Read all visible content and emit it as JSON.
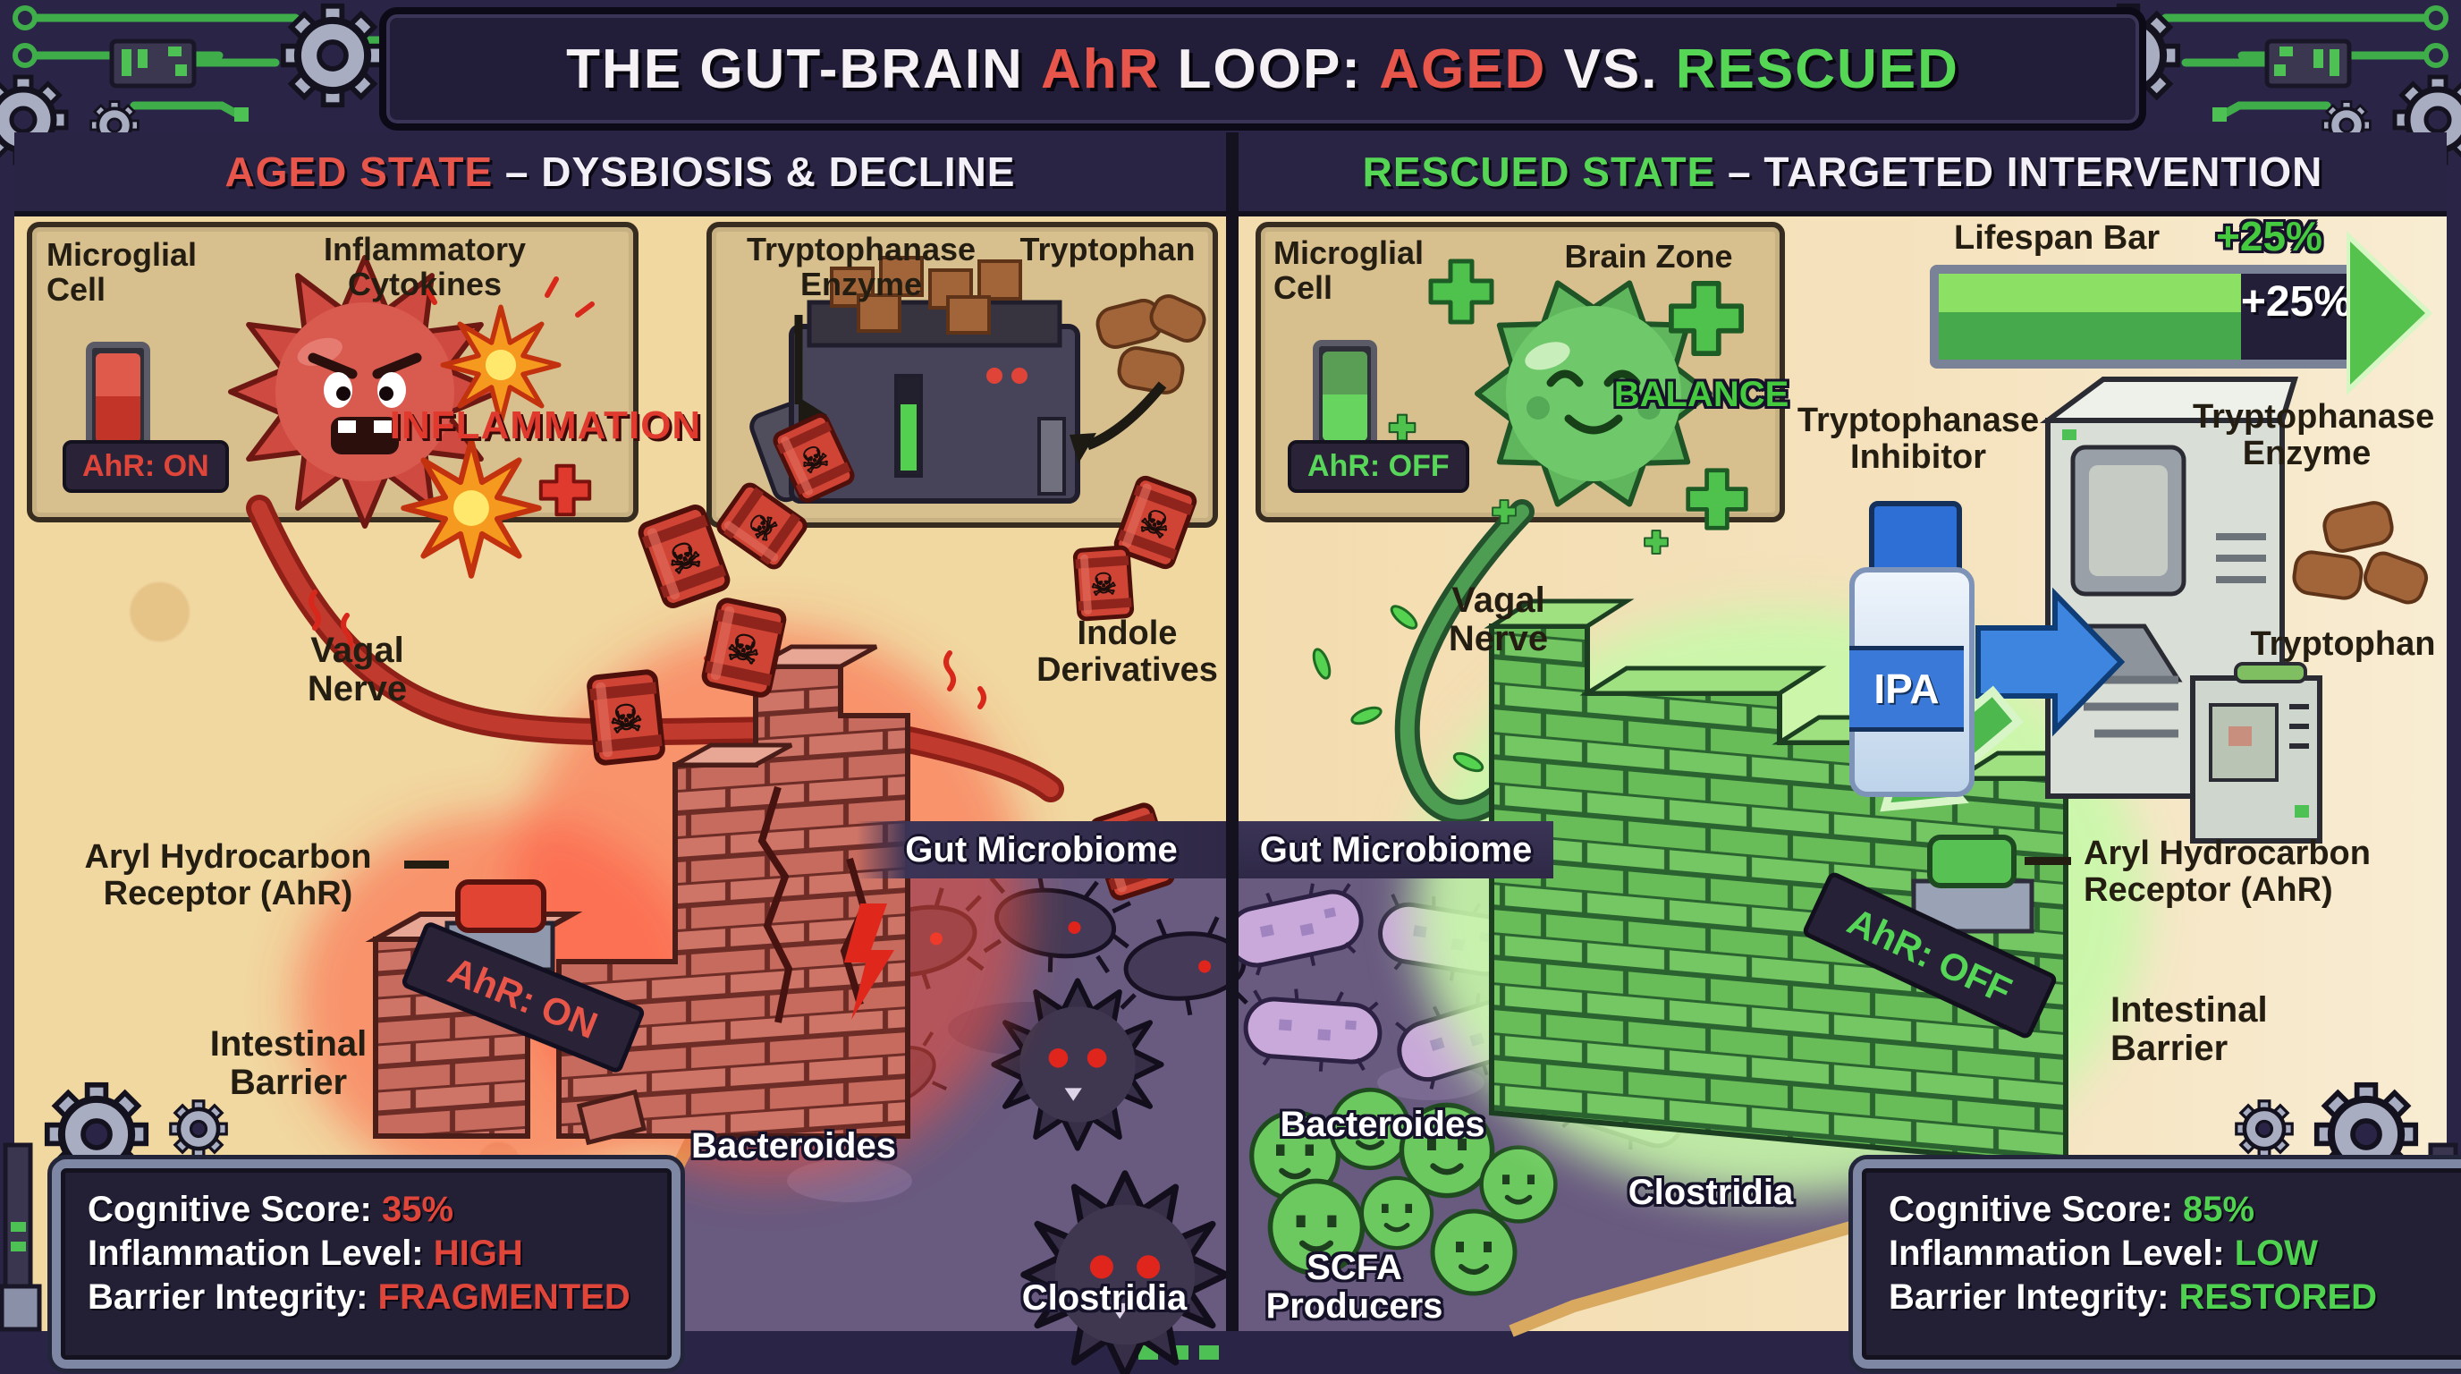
{
  "title": {
    "p1": "THE GUT-BRAIN ",
    "ahr": "AhR",
    "p2": " LOOP: ",
    "aged": "AGED",
    "p3": " VS. ",
    "rescued": "RESCUED"
  },
  "icons": {
    "skull": "☠",
    "warning": "!"
  },
  "colors": {
    "red": "#e8554a",
    "green": "#55d655",
    "sand": "#f2d8a4",
    "gut_purple": "#695a80",
    "frame": "#2a2547"
  },
  "aged": {
    "header_accent": "AGED STATE",
    "header_rest": " – DYSBIOSIS & DECLINE",
    "microglial": "Microglial Cell",
    "cytokines": "Inflammatory Cytokines",
    "ahr_badge": "AhR: ON",
    "inflammation": "INFLAMMATION",
    "enzyme": "Tryptophanase Enzyme",
    "tryptophan": "Tryptophan",
    "indole": "Indole Derivatives",
    "vagal": "Vagal Nerve",
    "receptor": "Aryl Hydrocarbon Receptor (AhR)",
    "barrier": "Intestinal Barrier",
    "wall_badge": "AhR: ON",
    "gut_band": "Gut Microbiome",
    "bacteroides": "Bacteroides",
    "clostridia": "Clostridia",
    "stats": [
      {
        "label": "Cognitive Score: ",
        "value": "35%"
      },
      {
        "label": "Inflammation Level: ",
        "value": "HIGH"
      },
      {
        "label": "Barrier Integrity: ",
        "value": "FRAGMENTED"
      }
    ]
  },
  "rescued": {
    "header_accent": "RESCUED STATE",
    "header_rest": " – TARGETED INTERVENTION",
    "microglial": "Microglial Cell",
    "brain_zone": "Brain Zone",
    "ahr_badge": "AhR: OFF",
    "balance": "BALANCE",
    "lifespan_label": "Lifespan Bar",
    "lifespan_gain": "+25%",
    "lifespan_bar": "+25%",
    "inhibitor": "Tryptophanase Inhibitor",
    "bottle": "IPA",
    "enzyme": "Tryptophanase Enzyme",
    "tryptophan": "Tryptophan",
    "vagal": "Vagal Nerve",
    "receptor": "Aryl Hydrocarbon Receptor (AhR)",
    "barrier": "Intestinal Barrier",
    "wall_badge": "AhR: OFF",
    "gut_band": "Gut Microbiome",
    "bacteroides": "Bacteroides",
    "clostridia": "Clostridia",
    "scfa": "SCFA Producers",
    "stats": [
      {
        "label": "Cognitive Score: ",
        "value": "85%"
      },
      {
        "label": "Inflammation Level: ",
        "value": "LOW"
      },
      {
        "label": "Barrier Integrity: ",
        "value": "RESTORED"
      }
    ]
  }
}
